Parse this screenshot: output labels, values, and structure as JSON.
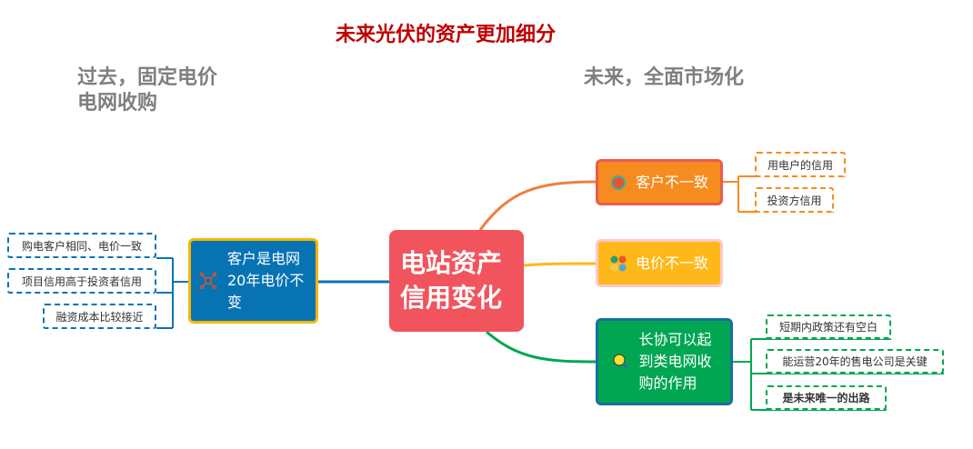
{
  "title": "未来光伏的资产更加细分",
  "past_header": [
    "过去，固定电价",
    "电网收购"
  ],
  "future_header": "未来，全面市场化",
  "center": "电站资产信用变化",
  "left_node": {
    "text": "客户是电网20年电价不变",
    "leaves": [
      "购电客户相同、电价一致",
      "项目信用高于投资者信用",
      "融资成本比较接近"
    ]
  },
  "right_nodes": [
    {
      "text": "客户不一致",
      "leaves": [
        "用电户的信用",
        "投资方信用"
      ]
    },
    {
      "text": "电价不一致",
      "leaves": []
    },
    {
      "text": "长协可以起到类电网收购的作用",
      "leaves": [
        "短期内政策还有空白",
        "能运营20年的售电公司是关键",
        "是未来唯一的出路"
      ]
    }
  ],
  "colors": {
    "center": "#f1545d",
    "blue": "#0773b3",
    "orange": "#f68b1f",
    "yellow": "#ffb81a",
    "green": "#00a651",
    "title": "#c00000"
  }
}
